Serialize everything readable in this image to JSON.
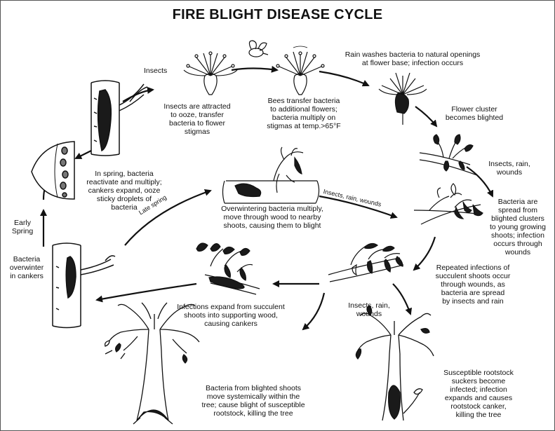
{
  "title": "FIRE BLIGHT DISEASE CYCLE",
  "labels": {
    "insects_top": "Insects",
    "insects_attracted": "Insects are attracted\nto ooze, transfer\nbacteria to flower\nstigmas",
    "bees_transfer": "Bees transfer bacteria\nto additional flowers;\nbacteria multiply on\nstigmas at temp.>65°F",
    "rain_washes": "Rain washes bacteria to natural openings\nat flower base; infection occurs",
    "flower_cluster": "Flower cluster\nbecomes blighted",
    "insects_rain_wounds_right": "Insects, rain,\nwounds",
    "bacteria_spread": "Bacteria are\nspread from\nblighted clusters\nto young growing\nshoots; infection\noccurs through\nwounds",
    "spring_reactivate": "In spring, bacteria\nreactivate and multiply;\ncankers expand, ooze\nsticky droplets of\nbacteria",
    "early_spring": "Early\nSpring",
    "bacteria_overwinter": "Bacteria\noverwinter\nin cankers",
    "late_spring": "Late spring",
    "overwintering_multiply": "Overwintering bacteria multiply,\nmove through wood to nearby\nshoots, causing them to blight",
    "insects_rain_wounds_arrow": "Insects, rain, wounds",
    "repeated_infections": "Repeated infections of\nsucculent shoots occur\nthrough wounds, as\nbacteria are spread\nby insects and rain",
    "insects_rain_wounds_bottom": "Insects, rain,\nwounds",
    "infections_expand": "Infections expand from succulent\nshoots into supporting wood,\ncausing cankers",
    "bacteria_blighted_shoots": "Bacteria from blighted shoots\nmove systemically within the\ntree; cause blight of susceptible\nrootstock, killing the tree",
    "susceptible_rootstock": "Susceptible rootstock\nsuckers become\ninfected; infection\nexpands and causes\nrootstock canker,\nkilling the tree"
  }
}
